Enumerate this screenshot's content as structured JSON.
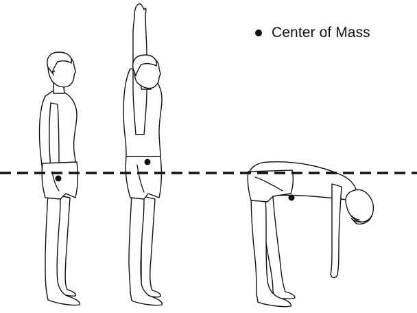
{
  "legend": {
    "label": "Center of Mass",
    "marker": "filled-circle"
  },
  "colors": {
    "ink": "#111111",
    "background": "#ffffff"
  },
  "figures": [
    {
      "pose": "standing-relaxed",
      "center_of_mass_relative_to_line": "below"
    },
    {
      "pose": "standing-arm-raised",
      "center_of_mass_relative_to_line": "above"
    },
    {
      "pose": "bent-over",
      "center_of_mass_relative_to_line": "below"
    }
  ]
}
